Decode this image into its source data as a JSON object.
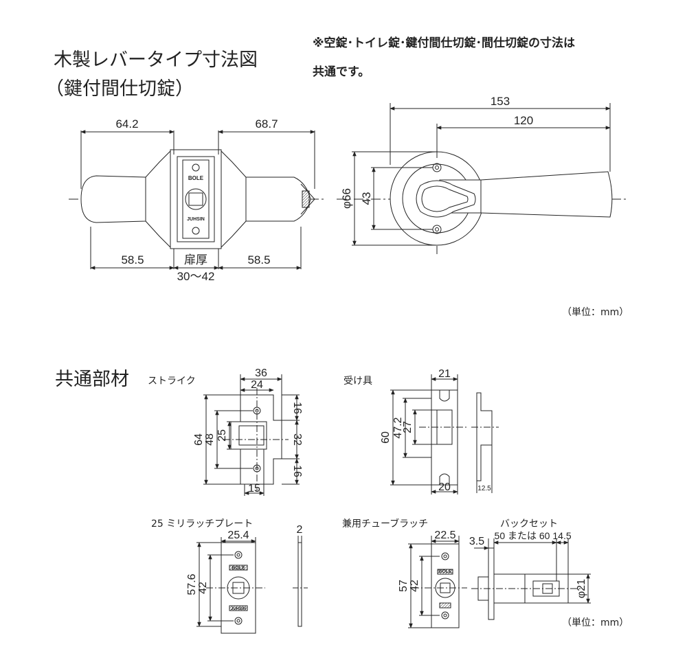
{
  "header": {
    "title": "木製レバータイプ寸法図",
    "subtitle": "（鍵付間仕切錠）",
    "note_line1": "※空錠･トイレ錠･鍵付間仕切錠･間仕切錠の寸法は",
    "note_line2": "共通です。"
  },
  "unit_label": "（単位：mm）",
  "section_common": "共通部材",
  "part_labels": {
    "strike": "ストライク",
    "receiver": "受け具",
    "latch_plate": "25 ミリラッチプレート",
    "tube_latch": "兼用チューブラッチ",
    "backset": "バックセット"
  },
  "dimensions": {
    "side_left_top": "64.2",
    "side_right_top": "68.7",
    "side_left_bottom": "58.5",
    "side_right_bottom": "58.5",
    "door_thickness": "扉厚",
    "door_range": "30～42",
    "front_width_total": "153",
    "front_width_lever": "120",
    "front_dia": "φ66",
    "front_pitch": "43",
    "strike_w36": "36",
    "strike_w24": "24",
    "strike_h64": "64",
    "strike_h48": "48",
    "strike_h25": "25",
    "strike_16a": "16",
    "strike_32": "32",
    "strike_16b": "16",
    "strike_w15": "15",
    "recv_w21": "21",
    "recv_h60": "60",
    "recv_h47": "47.2",
    "recv_h27": "27",
    "recv_w20": "20",
    "recv_t": "12.5",
    "plate_w": "25.4",
    "plate_h57": "57.6",
    "plate_h42": "42",
    "plate_t": "2",
    "tube_w": "22.5",
    "tube_h57": "57",
    "tube_h42": "42",
    "tube_35": "3.5",
    "tube_backset": "50 または 60",
    "tube_145": "14.5",
    "tube_dia": "φ21"
  },
  "engravings": {
    "brand": "BOLE",
    "maker": "JUHSIN"
  }
}
